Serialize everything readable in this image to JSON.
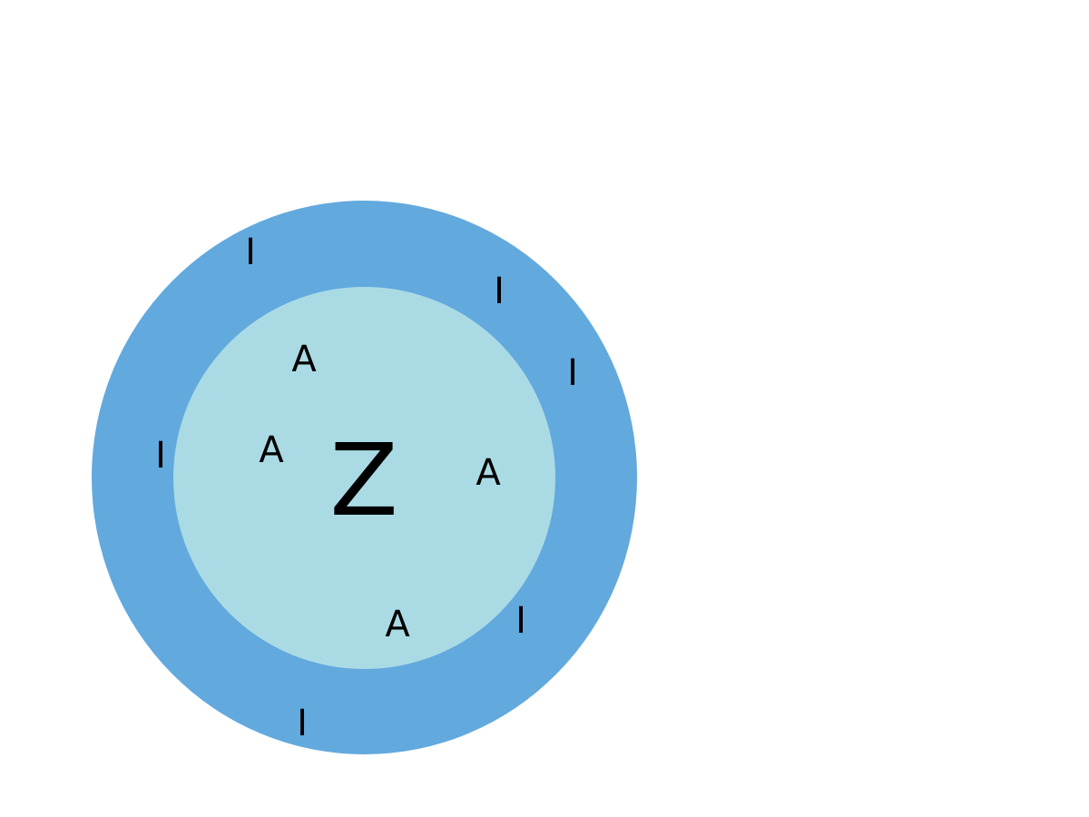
{
  "diagram": {
    "colors": {
      "outer_ring": "#62a9de",
      "inner_disc": "#aadbe5",
      "text": "#000000",
      "background": "#ffffff"
    },
    "center_label": "Z",
    "inner_labels": [
      "A",
      "A",
      "A",
      "A"
    ],
    "outer_labels": [
      "I",
      "I",
      "I",
      "I",
      "I",
      "I"
    ]
  }
}
